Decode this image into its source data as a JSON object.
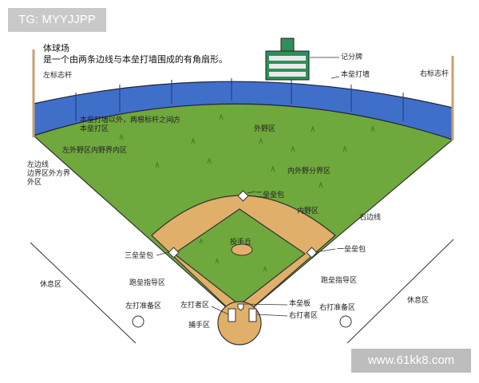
{
  "title": {
    "line1": "体球场",
    "line2": "是一个由两条边线与本垒打墙围成的有角扇形。"
  },
  "labels": {
    "left_foul_pole": "左标志杆",
    "right_foul_pole": "右标志杆",
    "scoreboard": "记分牌",
    "homerun_wall": "本垒打墙",
    "homerun_zone": "本垒打墙以外，两根标杆之间方\n本垒打区",
    "outfield": "外野区",
    "left_outfield_line": "左外野区内野界内区",
    "center_outfield_line": "内外野分界区",
    "left_foul_zone": "左边线\n边界区外方界\n外区",
    "second_base": "二垒垒包",
    "infield": "内野区",
    "right_foul_line": "右边线",
    "pitcher_mound": "投手丘",
    "third_base": "三垒垒包",
    "first_base": "一垒垒包",
    "left_bullpen": "休息区",
    "right_bullpen": "休息区",
    "left_coach": "跑垒指导区",
    "right_coach": "跑垒指导区",
    "left_ondeck": "左打准备区",
    "right_ondeck": "右打准备区",
    "left_batter": "左打者区",
    "home_plate": "本垒板",
    "right_batter": "右打者区",
    "catcher": "捕手区"
  },
  "watermarks": {
    "top_left": "TG: MYYJJPP",
    "bottom_right": "www.61kk8.com"
  },
  "colors": {
    "grass": "#6fa83c",
    "dirt": "#e0b06a",
    "wall": "#3f6fc9",
    "scoreboard": "#2f8f5a"
  }
}
